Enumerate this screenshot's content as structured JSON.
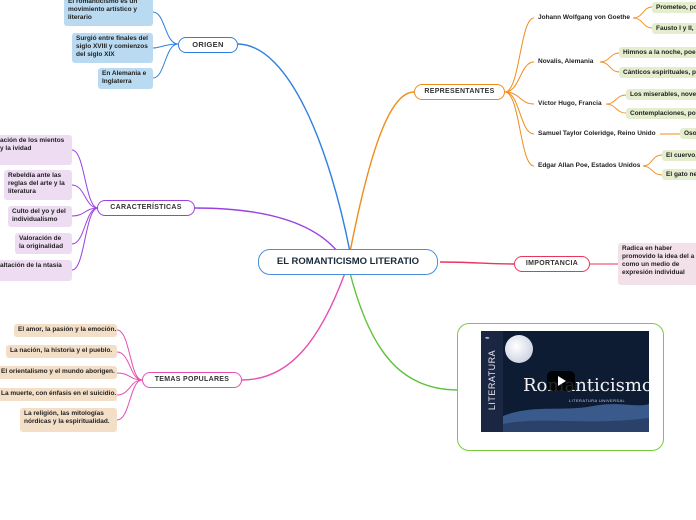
{
  "central": "EL ROMANTICISMO LITERATIO",
  "origen": {
    "label": "ORIGEN",
    "items": [
      "El romanticismo es un movimiento artístico y literario",
      "Surgió entre finales del siglo XVIII y comienzos del siglo XIX",
      "En Alemania e Inglaterra"
    ]
  },
  "caracteristicas": {
    "label": "CARACTERÍSTICAS",
    "items": [
      "ación de los mientos y la ividad",
      "Rebeldía ante las reglas del arte y la literatura",
      "Culto del yo y del individualismo",
      "Valoración de la originalidad",
      "altación de la ntasía"
    ]
  },
  "temas": {
    "label": "TEMAS POPULARES",
    "items": [
      "El amor, la pasión y la emoción.",
      "La nación, la historia y el pueblo.",
      "El orientalismo y el mundo aborigen.",
      "La muerte, con énfasis en el suicidio.",
      "La religión, las mitologías nórdicas y la espiritualidad."
    ]
  },
  "representantes": {
    "label": "REPRESENTANTES",
    "authors": [
      {
        "name": "Johann Wolfgang von Goethe",
        "works": [
          "Prometeo, po",
          "Fausto I y II,"
        ]
      },
      {
        "name": "Novalis, Alemania",
        "works": [
          "Himnos a la noche, poes",
          "Cánticos espirituales, po"
        ]
      },
      {
        "name": "Víctor Hugo, Francia",
        "works": [
          "Los miserables, novel",
          "Contemplaciones, poe"
        ]
      },
      {
        "name": "Samuel Taylor Coleridge, Reino Unido",
        "works": [
          "Osor"
        ]
      },
      {
        "name": "Edgar Allan Poe, Estados Unidos",
        "works": [
          "El cuervo,",
          "El gato ne"
        ]
      }
    ]
  },
  "importancia": {
    "label": "IMPORTANCIA",
    "text": "Radica en haber promovido la idea del a como un medio de expresión individual"
  },
  "video": {
    "side_text": "LITERATURA",
    "title": "Romanticismo",
    "subtitle": "LITERATURA UNIVERSAL"
  },
  "colors": {
    "origen": "#2f7fe0",
    "caracteristicas": "#9a40e0",
    "temas": "#e64fb0",
    "representantes": "#f08c1e",
    "importancia": "#e8365c",
    "video": "#5ec23a",
    "central_border": "#4a90d9"
  }
}
